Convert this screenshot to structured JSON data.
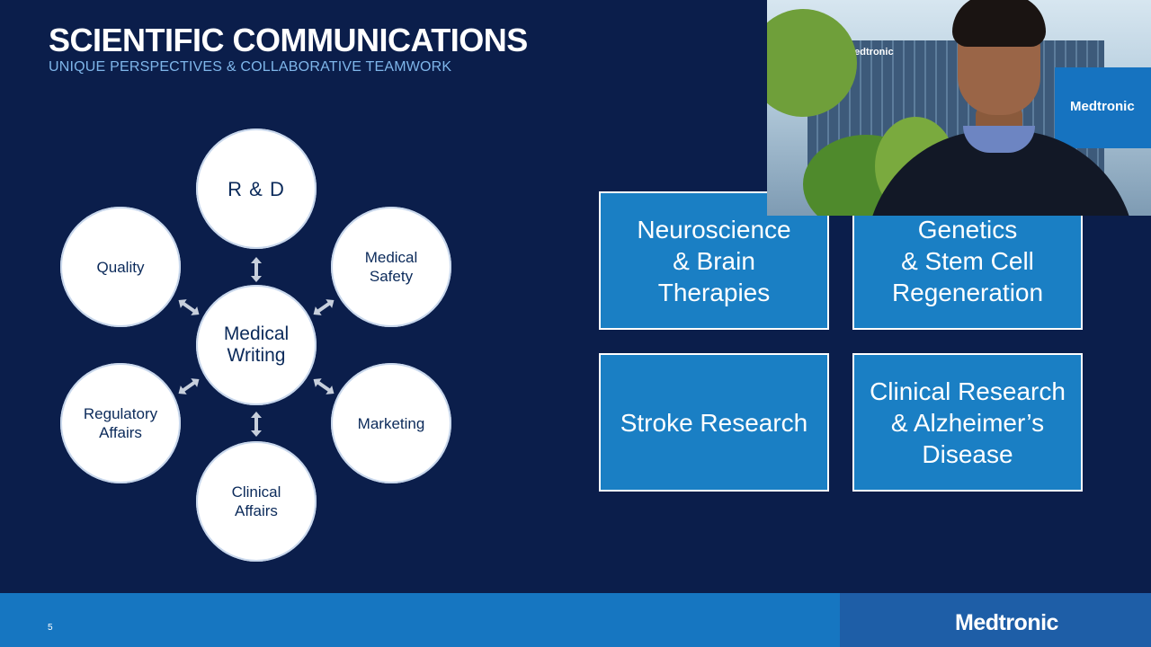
{
  "slide": {
    "title": "SCIENTIFIC COMMUNICATIONS",
    "subtitle": "UNIQUE PERSPECTIVES & COLLABORATIVE TEAMWORK",
    "page_number": "5",
    "logo_text": "Medtronic"
  },
  "diagram": {
    "center": "Medical\nWriting",
    "nodes": {
      "top": "R & D",
      "top_right": "Medical\nSafety",
      "bottom_right": "Marketing",
      "bottom": "Clinical\nAffairs",
      "bottom_left": "Regulatory\nAffairs",
      "top_left": "Quality"
    }
  },
  "boxes": [
    "Neuroscience\n& Brain\nTherapies",
    "Genetics\n& Stem Cell\nRegeneration",
    "Stroke Research",
    "Clinical Research\n& Alzheimer’s\nDisease"
  ],
  "webcam": {
    "building_sign": "Medtronic",
    "wall_sign": "Medtronic"
  },
  "colors": {
    "background": "#0b1e4b",
    "accent_blue": "#1a7fc4",
    "footer_blue": "#1676c1",
    "subtitle": "#7fb6ea"
  }
}
